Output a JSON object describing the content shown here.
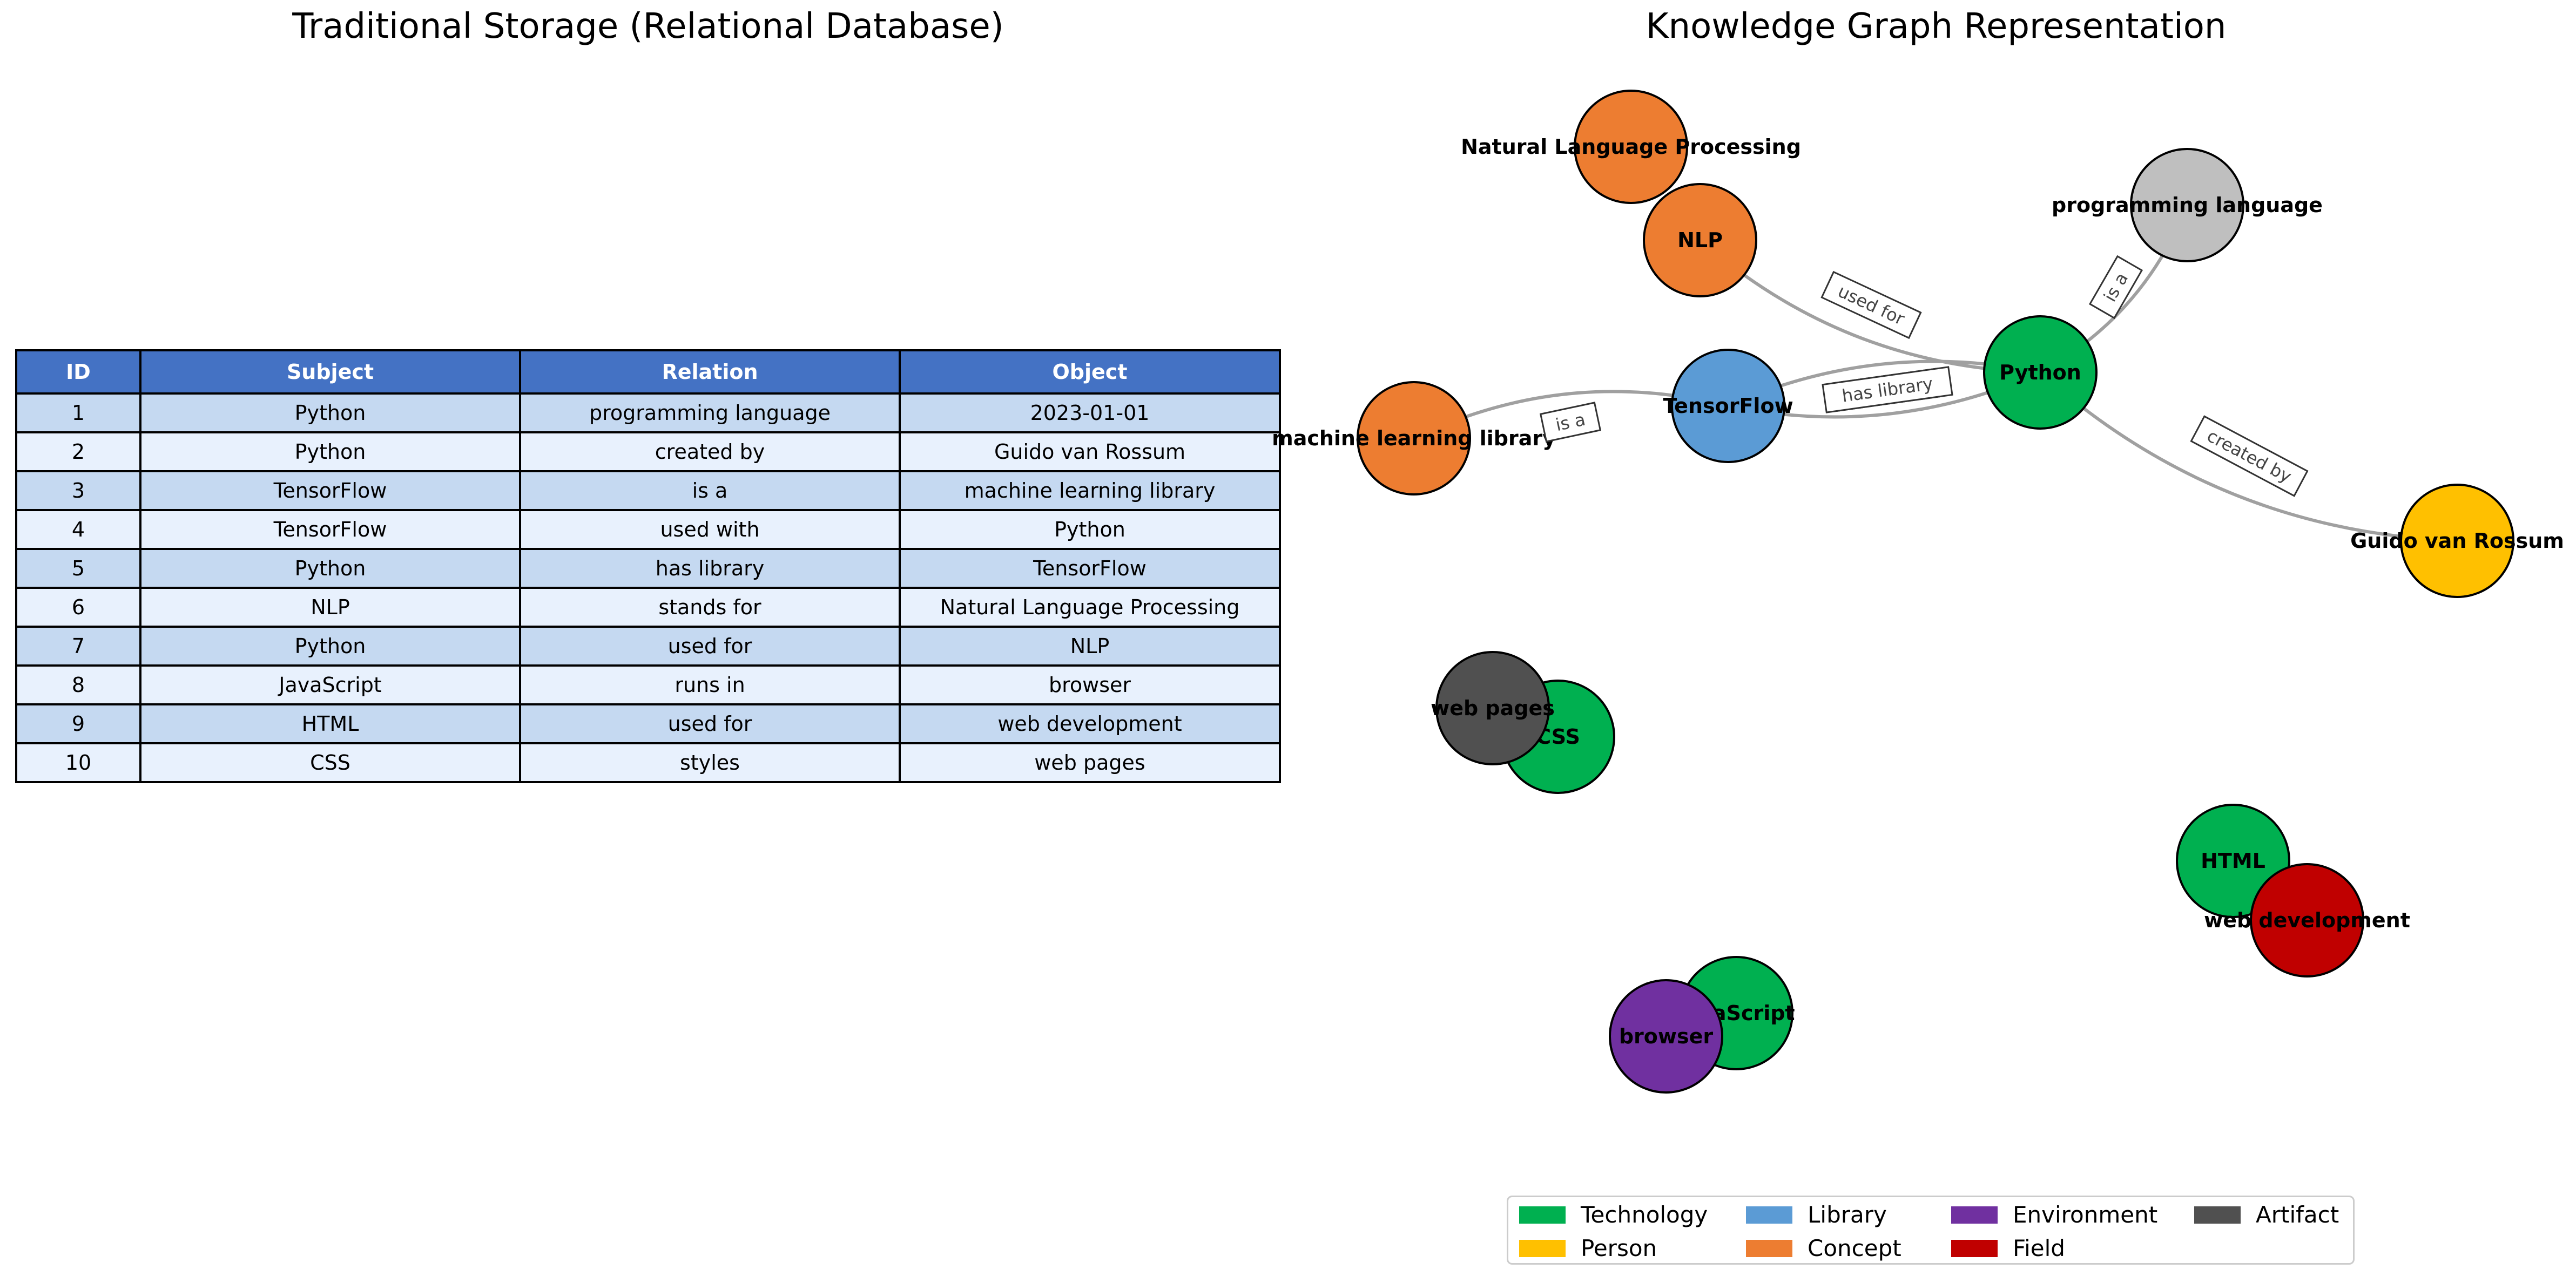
{
  "titles": {
    "left": "Traditional Storage (Relational Database)",
    "right": "Knowledge Graph Representation"
  },
  "table": {
    "headers": [
      "ID",
      "Subject",
      "Relation",
      "Object"
    ],
    "rows": [
      [
        "1",
        "Python",
        "programming language",
        "2023-01-01"
      ],
      [
        "2",
        "Python",
        "created by",
        "Guido van Rossum"
      ],
      [
        "3",
        "TensorFlow",
        "is a",
        "machine learning library"
      ],
      [
        "4",
        "TensorFlow",
        "used with",
        "Python"
      ],
      [
        "5",
        "Python",
        "has library",
        "TensorFlow"
      ],
      [
        "6",
        "NLP",
        "stands for",
        "Natural Language Processing"
      ],
      [
        "7",
        "Python",
        "used for",
        "NLP"
      ],
      [
        "8",
        "JavaScript",
        "runs in",
        "browser"
      ],
      [
        "9",
        "HTML",
        "used for",
        "web development"
      ],
      [
        "10",
        "CSS",
        "styles",
        "web pages"
      ]
    ]
  },
  "graph": {
    "nodes": [
      {
        "id": "Natural Language Processing",
        "label": "Natural Language Processing",
        "category": "Concept"
      },
      {
        "id": "NLP",
        "label": "NLP",
        "category": "Concept"
      },
      {
        "id": "programming language",
        "label": "programming language",
        "category": "Other"
      },
      {
        "id": "Python",
        "label": "Python",
        "category": "Technology"
      },
      {
        "id": "TensorFlow",
        "label": "TensorFlow",
        "category": "Library"
      },
      {
        "id": "machine learning library",
        "label": "machine learning library",
        "category": "Concept"
      },
      {
        "id": "Guido van Rossum",
        "label": "Guido van Rossum",
        "category": "Person"
      },
      {
        "id": "CSS",
        "label": "CSS",
        "category": "Technology"
      },
      {
        "id": "web pages",
        "label": "web pages",
        "category": "Artifact"
      },
      {
        "id": "HTML",
        "label": "HTML",
        "category": "Technology"
      },
      {
        "id": "web development",
        "label": "web development",
        "category": "Field"
      },
      {
        "id": "JavaScript",
        "label": "JavaScript",
        "category": "Technology"
      },
      {
        "id": "browser",
        "label": "browser",
        "category": "Environment"
      }
    ],
    "edges": [
      {
        "source": "NLP",
        "target": "Python",
        "label": "used for"
      },
      {
        "source": "Python",
        "target": "programming language",
        "label": "is a"
      },
      {
        "source": "TensorFlow",
        "target": "Python",
        "label": "used with"
      },
      {
        "source": "Python",
        "target": "TensorFlow",
        "label": "has library"
      },
      {
        "source": "TensorFlow",
        "target": "machine learning library",
        "label": "is a"
      },
      {
        "source": "Python",
        "target": "Guido van Rossum",
        "label": "created by"
      }
    ]
  },
  "legend": [
    {
      "label": "Technology",
      "color": "#00b050"
    },
    {
      "label": "Person",
      "color": "#ffc000"
    },
    {
      "label": "Library",
      "color": "#5b9bd5"
    },
    {
      "label": "Concept",
      "color": "#ed7d31"
    },
    {
      "label": "Environment",
      "color": "#7030a0"
    },
    {
      "label": "Field",
      "color": "#c00000"
    },
    {
      "label": "Artifact",
      "color": "#505050"
    }
  ],
  "colors": {
    "Technology": "#00b050",
    "Person": "#ffc000",
    "Library": "#5b9bd5",
    "Concept": "#ed7d31",
    "Environment": "#7030a0",
    "Field": "#c00000",
    "Artifact": "#505050",
    "Other": "#bfbfbf",
    "edge": "#a0a0a0",
    "table_header": "#4472c4"
  }
}
